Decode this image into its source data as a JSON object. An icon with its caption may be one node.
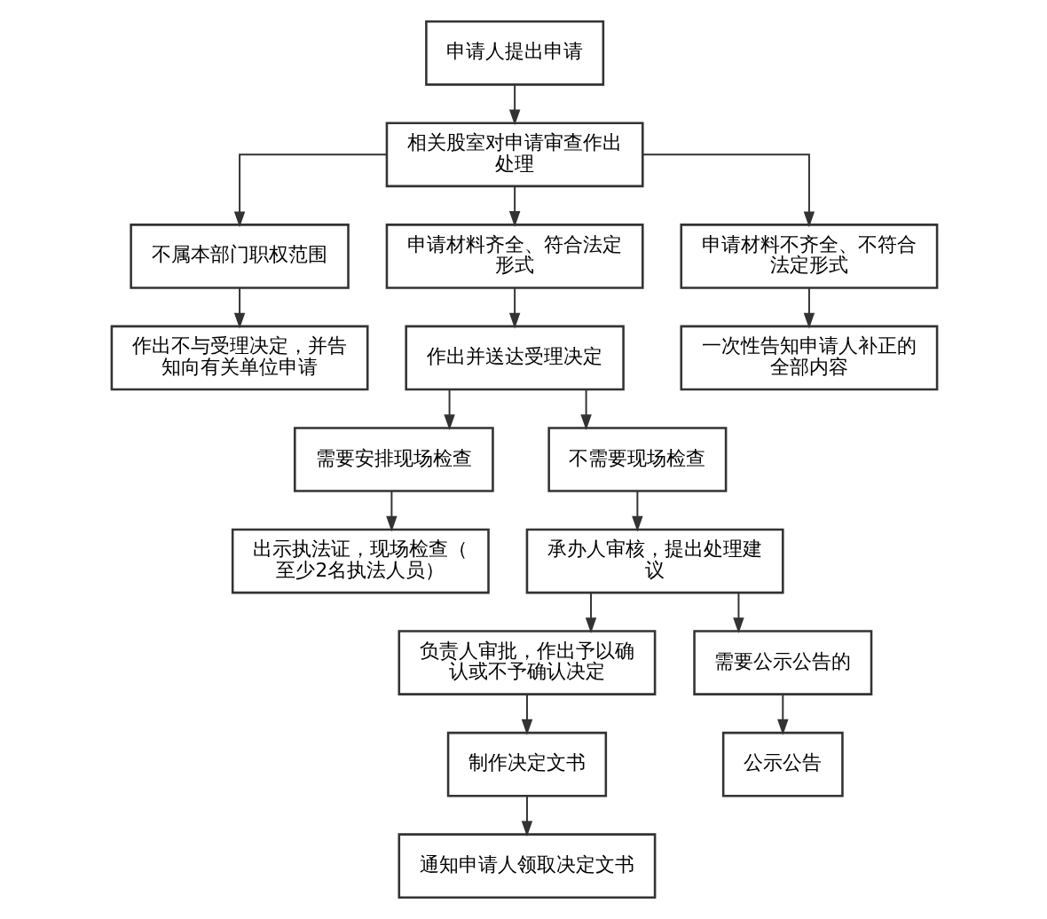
{
  "diagram": {
    "nodes": [
      {
        "text": [
          "申请人提出申请"
        ]
      },
      {
        "text": [
          "相关股室对申请审查作出处理"
        ]
      },
      {
        "text": [
          "不属本部门职权范围"
        ]
      },
      {
        "text": [
          "申请材料齐全、符合法定形式"
        ]
      },
      {
        "text": [
          "申请材料不齐全、不符合法定形式"
        ]
      },
      {
        "text": [
          "作出不与受理决定，并告知向有关单位申请"
        ]
      },
      {
        "text": [
          "作出并送达受理决定"
        ]
      },
      {
        "text": [
          "一次性告知申请人补正的全部内容"
        ]
      },
      {
        "text": [
          "需要安排现场检查"
        ]
      },
      {
        "text": [
          "不需要现场检查"
        ]
      },
      {
        "text": [
          "出示执法证，现场检查（至少2名执法人员）"
        ]
      },
      {
        "text": [
          "承办人审核，提出处理建议"
        ]
      },
      {
        "text": [
          "负责人审批，作出予以确认或不予确认决定"
        ]
      },
      {
        "text": [
          "需要公示公告的"
        ]
      },
      {
        "text": [
          "制作决定文书"
        ]
      },
      {
        "text": [
          "公示公告"
        ]
      },
      {
        "text": [
          "通知申请人领取决定文书"
        ]
      }
    ],
    "edges": [
      {
        "from": 0,
        "to": 1,
        "arrow": "to"
      },
      {
        "from": 1,
        "to": 2,
        "arrow": "to"
      },
      {
        "from": 1,
        "to": 3,
        "arrow": "to"
      },
      {
        "from": 1,
        "to": 4,
        "arrow": "to"
      },
      {
        "from": 2,
        "to": 5,
        "arrow": "to"
      },
      {
        "from": 3,
        "to": 6,
        "arrow": "to"
      },
      {
        "from": 4,
        "to": 7,
        "arrow": "to"
      },
      {
        "from": 6,
        "to": 8,
        "arrow": "to"
      },
      {
        "from": 6,
        "to": 9,
        "arrow": "to"
      },
      {
        "from": 8,
        "to": 10,
        "arrow": "to"
      },
      {
        "from": 9,
        "to": 11,
        "arrow": "to"
      },
      {
        "from": 11,
        "to": 12,
        "arrow": "to"
      },
      {
        "from": 11,
        "to": 13,
        "arrow": "to"
      },
      {
        "from": 12,
        "to": 14,
        "arrow": "to"
      },
      {
        "from": 13,
        "to": 15,
        "arrow": "to"
      },
      {
        "from": 14,
        "to": 16,
        "arrow": "to"
      }
    ]
  }
}
